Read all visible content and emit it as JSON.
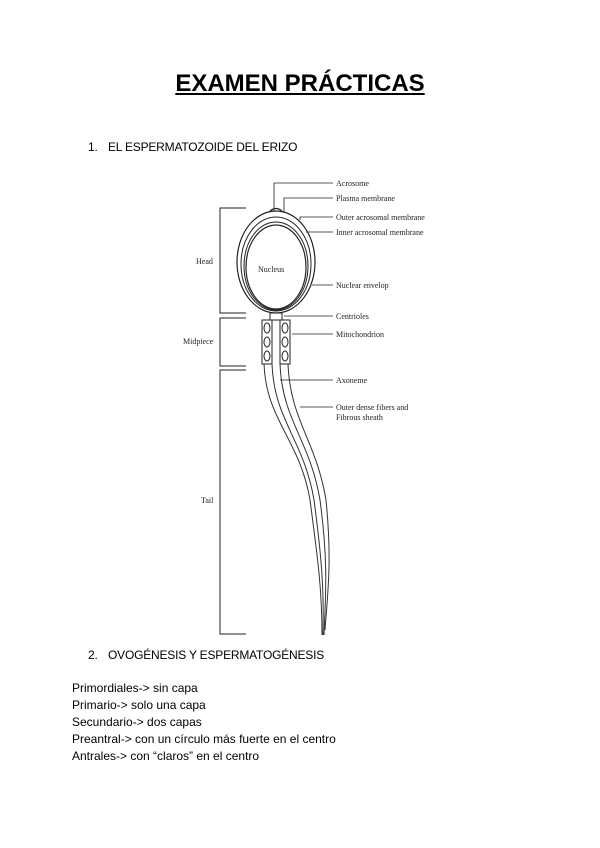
{
  "title": "EXAMEN PRÁCTICAS",
  "sections": [
    {
      "number": "1.",
      "heading": "EL ESPERMATOZOIDE DEL ERIZO"
    },
    {
      "number": "2.",
      "heading": "OVOGÉNESIS Y ESPERMATOGÉNESIS"
    }
  ],
  "diagram": {
    "region_labels": {
      "head": "Head",
      "midpiece": "Midpiece",
      "tail": "Tail"
    },
    "part_labels": {
      "acrosome": "Acrosome",
      "plasma_membrane": "Plasma membrane",
      "outer_acrosomal": "Outer acrosomal membrane",
      "inner_acrosomal": "Inner acrosomal membrane",
      "nucleus": "Nucleus",
      "nuclear_envelope": "Nuclear envelop",
      "centrioles": "Centrioles",
      "mitochondrion": "Mitochondrion",
      "axoneme": "Axoneme",
      "outer_fibers_1": "Outer dense fibers and",
      "outer_fibers_2": "Fibrous sheath"
    }
  },
  "notes": [
    "Primordiales-> sin capa",
    "Primario-> solo una capa",
    "Secundario-> dos capas",
    "Preantral-> con un círculo más fuerte en el centro",
    "Antrales-> con “claros” en el centro"
  ]
}
